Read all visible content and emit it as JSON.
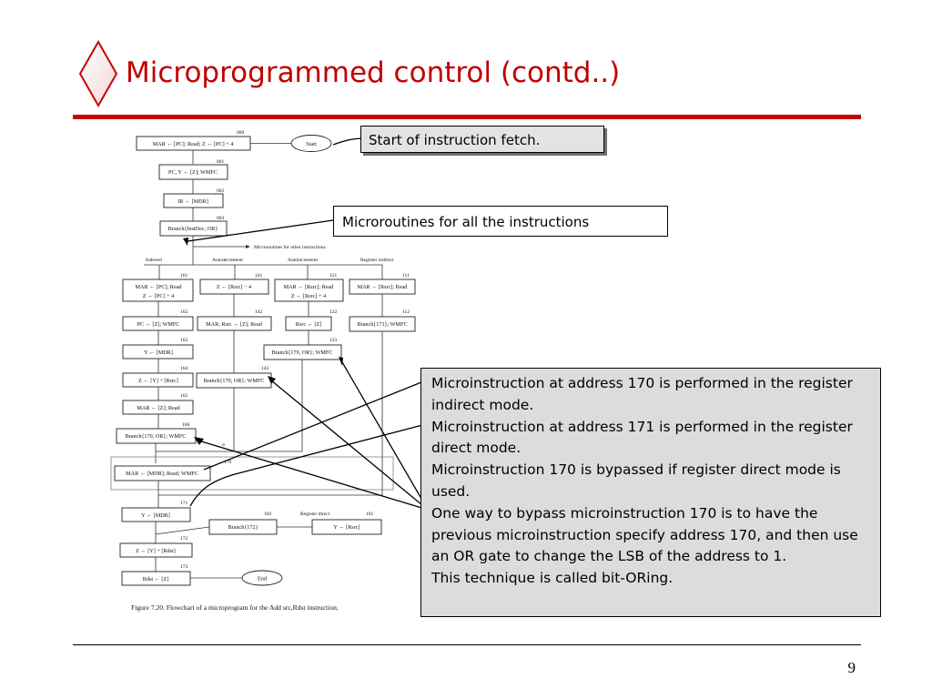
{
  "slide": {
    "title": "Microprogrammed control (contd..)",
    "page_number": "9"
  },
  "callouts": {
    "start_fetch": "Start of instruction fetch.",
    "microroutines": "Microroutines for all the instructions",
    "notes": [
      "Microinstruction at address 170 is performed in the register indirect mode.",
      "Microinstruction at address 171 is performed in the register direct mode.",
      "Microinstruction 170 is bypassed if register direct mode is used.",
      "One way to bypass microinstruction 170 is to have the previous microinstruction specify address 170, and then use an OR gate to change the LSB of the address to 1.",
      "This technique is called bit-ORing."
    ]
  },
  "flowchart": {
    "start": "Start",
    "end": "End",
    "caption": "Figure 7.20.   Flowchart of a microprogram for the Add src,Rdst instruction.",
    "other_routines": "Microroutines for other instructions",
    "modes": {
      "indexed": "Indexed",
      "autodecrement": "Autodecrement",
      "autoincrement": "Autoincrement",
      "register_indirect": "Register indirect",
      "register_direct": "Register direct"
    },
    "alpha": "α",
    "steps": {
      "s000": {
        "addr": "000",
        "text": "MAR ← [PC]; Read; Z ← [PC] + 4"
      },
      "s001": {
        "addr": "001",
        "text": "PC, Y ← [Z]; WMFC"
      },
      "s002": {
        "addr": "002",
        "text": "IR ← [MDR]"
      },
      "s003": {
        "addr": "003",
        "text": "Branch{InstDec, OR}"
      },
      "s161": {
        "addr": "161",
        "text1": "MAR ← [PC]; Read",
        "text2": "Z ← [PC] + 4"
      },
      "s162": {
        "addr": "162",
        "text": "PC ← [Z]; WMFC"
      },
      "s163": {
        "addr": "163",
        "text": "Y ← [MDR]"
      },
      "s164": {
        "addr": "164",
        "text": "Z ← [Y] + [Rsrc]"
      },
      "s165": {
        "addr": "165",
        "text": "MAR ← [Z]; Read"
      },
      "s166": {
        "addr": "166",
        "text": "Branch{170, OR}; WMFC"
      },
      "s141": {
        "addr": "141",
        "text": "Z ← [Rsrc] − 4"
      },
      "s142": {
        "addr": "142",
        "text": "MAR, Rsrc ← [Z]; Read"
      },
      "s143": {
        "addr": "143",
        "text": "Branch{170, OR}; WMFC"
      },
      "s121": {
        "addr": "121",
        "text1": "MAR ← [Rsrc]; Read",
        "text2": "Z ← [Rsrc] + 4"
      },
      "s122": {
        "addr": "122",
        "text": "Rsrc ← [Z]"
      },
      "s123": {
        "addr": "123",
        "text": "Branch{170, OR}; WMFC"
      },
      "s111": {
        "addr": "111",
        "text": "MAR ← [Rsrc]; Read"
      },
      "s112": {
        "addr": "112",
        "text": "Branch{171}; WMFC"
      },
      "s170": {
        "addr": "170",
        "text": "MAR ← [MDR]; Read; WMFC"
      },
      "s171": {
        "addr": "171",
        "text": "Y ← [MDR]"
      },
      "s102": {
        "addr": "102",
        "text": "Branch{172}"
      },
      "s101": {
        "addr": "101",
        "text": "Y ← [Rsrc]"
      },
      "s172": {
        "addr": "172",
        "text": "Z ← [Y] + [Rdst]"
      },
      "s173": {
        "addr": "173",
        "text": "Rdst ← [Z]"
      }
    }
  },
  "colors": {
    "title": "#c00000",
    "rule": "#c80000",
    "callout_gray": "#dcdcdc"
  }
}
